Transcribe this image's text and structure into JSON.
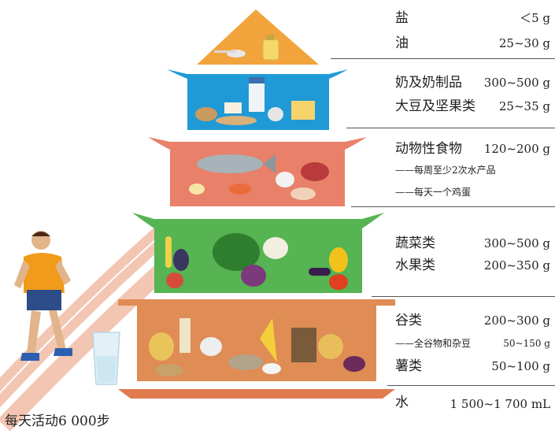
{
  "colors": {
    "salt_oil_tier": "#f2a43c",
    "dairy_tier": "#1f9ad6",
    "protein_tier": "#e8806a",
    "veg_fruit_tier": "#56b452",
    "grain_tier": "#df8c55",
    "water_base": "#e07a4f",
    "track": "#e9a58d"
  },
  "tiers": {
    "salt_oil": {
      "rows": [
        {
          "name": "盐",
          "amount": "＜5 g"
        },
        {
          "name": "油",
          "amount": "25~30 g"
        }
      ]
    },
    "dairy_soy": {
      "rows": [
        {
          "name": "奶及奶制品",
          "amount": "300~500 g"
        },
        {
          "name": "大豆及坚果类",
          "amount": "25~35 g"
        }
      ]
    },
    "animal": {
      "rows": [
        {
          "name": "动物性食物",
          "amount": "120~200 g"
        }
      ],
      "notes": [
        "——每周至少2次水产品",
        "——每天一个鸡蛋"
      ]
    },
    "veg_fruit": {
      "rows": [
        {
          "name": "蔬菜类",
          "amount": "300~500 g"
        },
        {
          "name": "水果类",
          "amount": "200~350 g"
        }
      ]
    },
    "grains": {
      "rows": [
        {
          "name": "谷类",
          "amount": "200~300 g"
        },
        {
          "name": "薯类",
          "amount": "50~100 g"
        }
      ],
      "note": {
        "text": "——全谷物和杂豆",
        "amount": "50~150 g"
      }
    },
    "water": {
      "name": "水",
      "amount": "1 500~1 700 mL"
    }
  },
  "activity": "每天活动6 000步"
}
